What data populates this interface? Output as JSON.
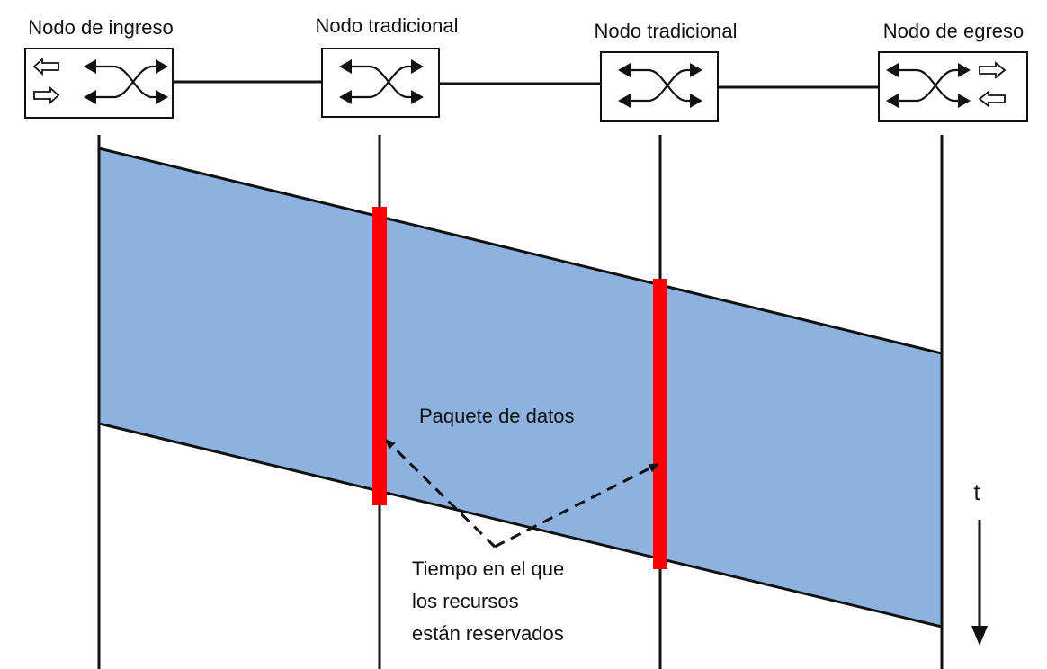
{
  "nodes": [
    {
      "label": "Nodo de ingreso",
      "type": "ingress"
    },
    {
      "label": "Nodo tradicional",
      "type": "core"
    },
    {
      "label": "Nodo tradicional",
      "type": "core"
    },
    {
      "label": "Nodo de egreso",
      "type": "egress"
    }
  ],
  "packet_label": "Paquete de datos",
  "reservation_label": [
    "Tiempo en el que",
    "los recursos",
    "están reservados"
  ],
  "time_axis_label": "t",
  "colors": {
    "packet_fill": "#8EB2E0",
    "reservation": "#FF0000",
    "line": "#111111"
  }
}
